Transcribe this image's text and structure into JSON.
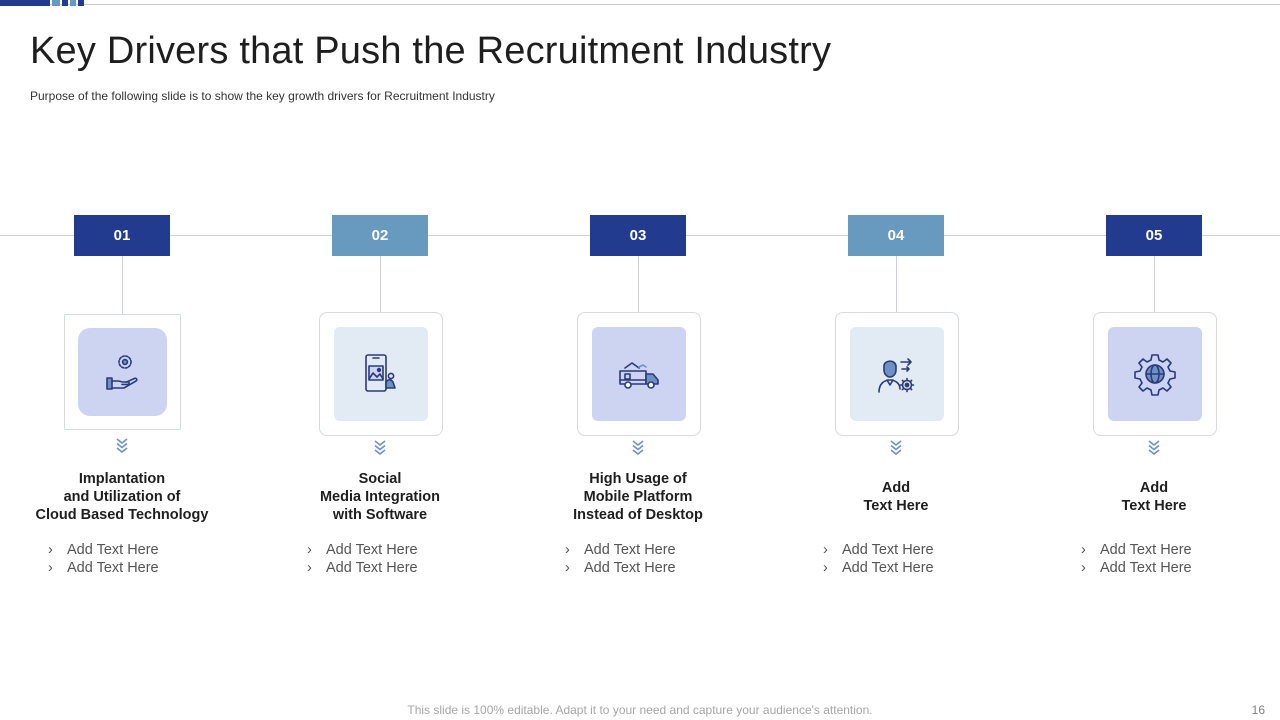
{
  "slide": {
    "title": "Key Drivers that Push the Recruitment Industry",
    "subtitle": "Purpose of the following slide is to show the key growth drivers  for Recruitment Industry",
    "footer": "This slide is 100% editable. Adapt it to your need and capture your audience's attention.",
    "page_number": "16"
  },
  "colors": {
    "navy": "#233b8f",
    "steel_blue": "#6899bf",
    "tile_lavender": "#cdd4f2",
    "tile_pale_blue": "#e2eaf3",
    "icon_stroke": "#2b3a7a",
    "chevron": "#6e90c4"
  },
  "drivers": [
    {
      "number": "01",
      "icon": "hand-holding-gear-icon",
      "heading": [
        "Implantation",
        "and Utilization of",
        "Cloud Based Technology"
      ],
      "bullets": [
        "Add Text Here",
        "Add Text Here"
      ]
    },
    {
      "number": "02",
      "icon": "mobile-social-media-icon",
      "heading": [
        "Social",
        "Media Integration",
        "with Software"
      ],
      "bullets": [
        "Add Text Here",
        "Add Text Here"
      ]
    },
    {
      "number": "03",
      "icon": "delivery-truck-icon",
      "heading": [
        "High Usage of",
        "Mobile Platform",
        "Instead of Desktop"
      ],
      "bullets": [
        "Add Text Here",
        "Add Text Here"
      ]
    },
    {
      "number": "04",
      "icon": "recruiter-with-gear-icon",
      "heading": [
        "Add",
        "Text Here"
      ],
      "bullets": [
        "Add Text Here",
        "Add Text Here"
      ]
    },
    {
      "number": "05",
      "icon": "gear-with-globe-icon",
      "heading": [
        "Add",
        "Text Here"
      ],
      "bullets": [
        "Add Text Here",
        "Add Text Here"
      ]
    }
  ]
}
